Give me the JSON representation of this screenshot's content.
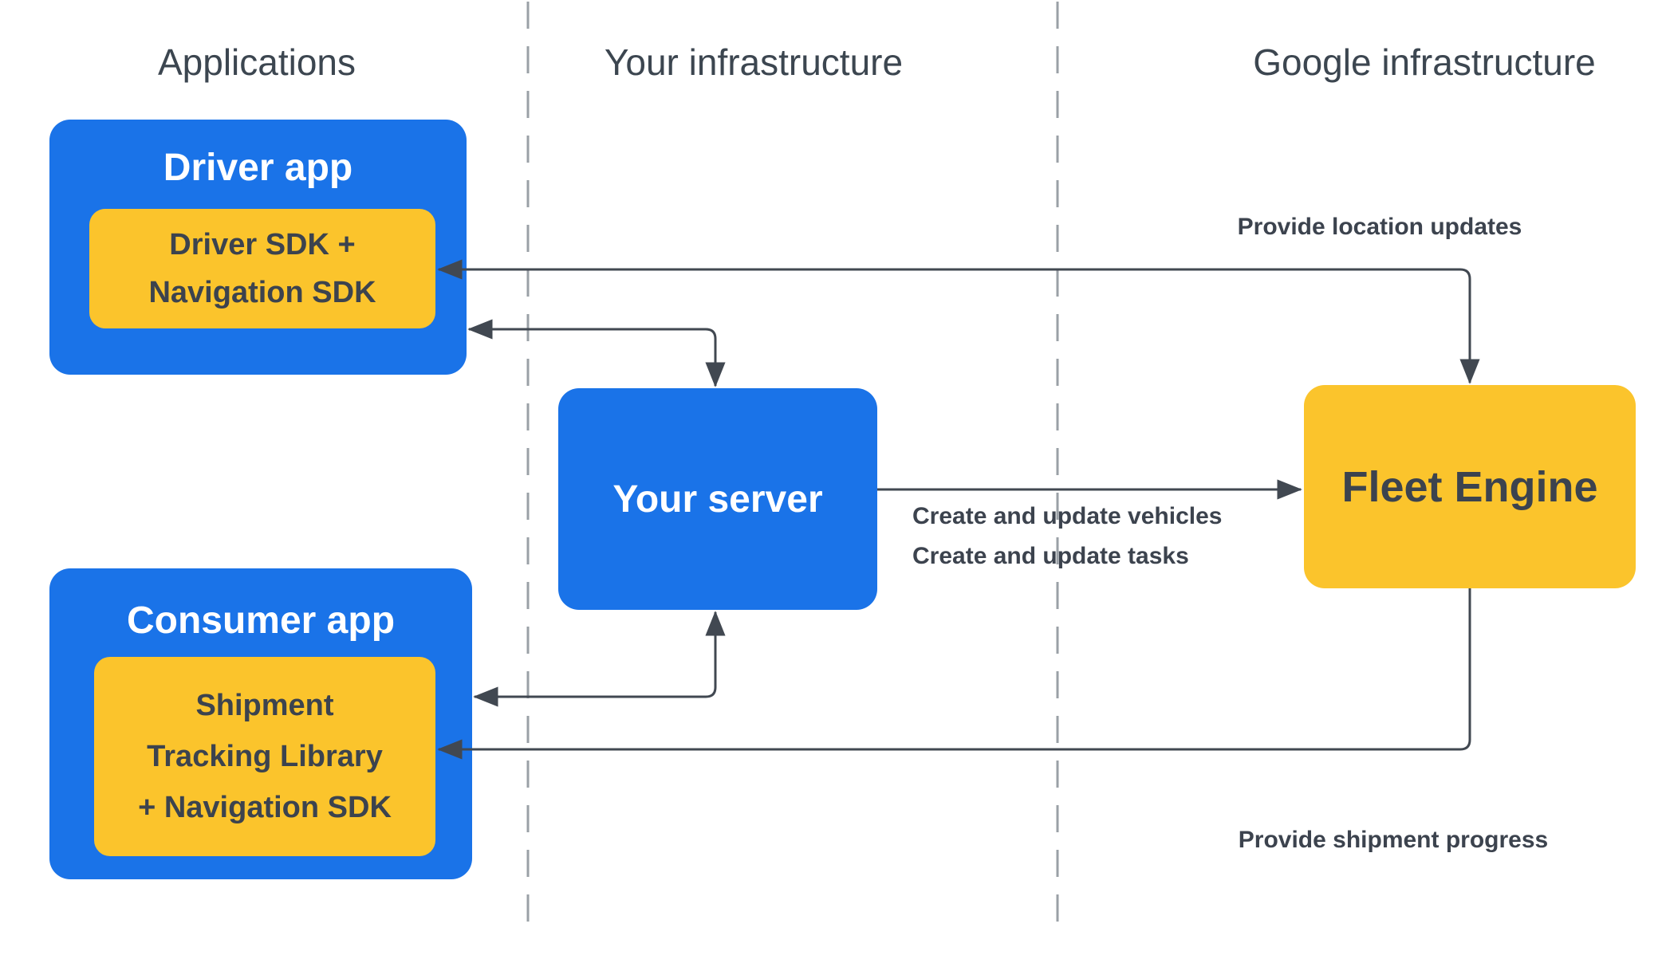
{
  "diagram": {
    "columns": [
      {
        "label": "Applications"
      },
      {
        "label": "Your infrastructure"
      },
      {
        "label": "Google infrastructure"
      }
    ],
    "nodes": {
      "driver_app": {
        "title": "Driver app",
        "sdk_line1": "Driver SDK +",
        "sdk_line2": "Navigation SDK"
      },
      "your_server": {
        "title": "Your server"
      },
      "fleet_engine": {
        "title": "Fleet Engine"
      },
      "consumer_app": {
        "title": "Consumer app",
        "lib_line1": "Shipment",
        "lib_line2": "Tracking Library",
        "lib_line3": "+ Navigation SDK"
      }
    },
    "edge_labels": {
      "location_updates": "Provide location updates",
      "create_vehicles": "Create and update vehicles",
      "create_tasks": "Create and update tasks",
      "shipment_progress": "Provide shipment progress"
    },
    "colors": {
      "node_blue": "#1A73E8",
      "node_yellow": "#FBC42C",
      "arrow_stroke": "#414851",
      "label_text": "#3C434E",
      "header_text": "#3C4650",
      "divider_gray": "#9AA0A6",
      "text_on_blue": "#FFFFFF"
    }
  }
}
